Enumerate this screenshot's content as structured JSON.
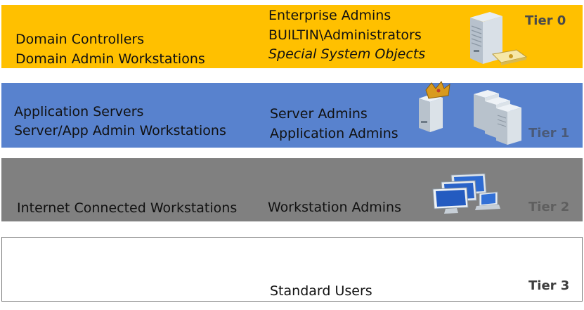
{
  "colors": {
    "tier0": "#FFC000",
    "tier1": "#5882CE",
    "tier2": "#808080",
    "tier3": "#FFFFFF",
    "tier_label_light": "#5a5a5a",
    "tier_label_dark": "#3f3f3f"
  },
  "tiers": [
    {
      "label": "Tier 0",
      "systems": [
        "Domain Controllers",
        "Domain Admin Workstations"
      ],
      "admins": [
        "Enterprise Admins",
        "BUILTIN\\Administrators",
        "Special System Objects"
      ],
      "icon": "domain-controller-server-icon"
    },
    {
      "label": "Tier 1",
      "systems": [
        "Application Servers",
        "Server/App Admin Workstations"
      ],
      "admins": [
        "Server Admins",
        "Application Admins"
      ],
      "icon": "application-servers-icon"
    },
    {
      "label": "Tier 2",
      "systems": [
        "Internet Connected Workstations"
      ],
      "admins": [
        "Workstation Admins"
      ],
      "icon": "workstations-icon"
    },
    {
      "label": "Tier 3",
      "systems": [],
      "admins": [
        "Standard Users"
      ],
      "icon": ""
    }
  ]
}
